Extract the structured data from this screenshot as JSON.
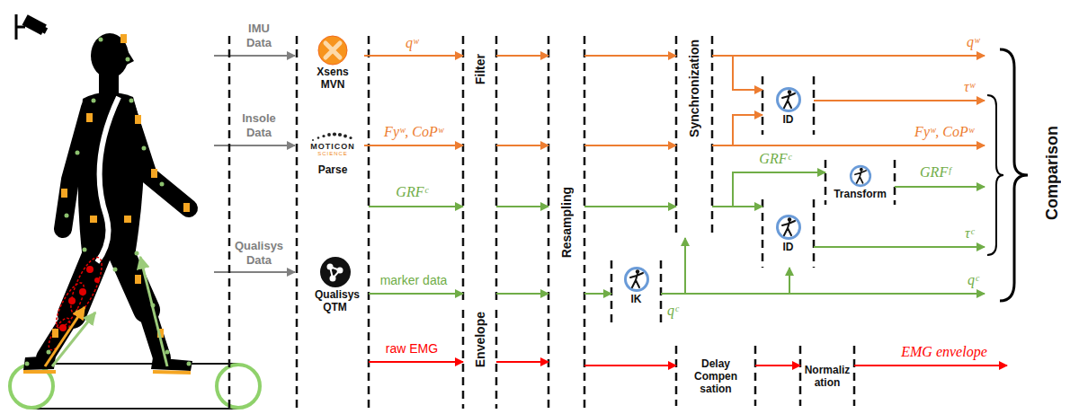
{
  "diagram": {
    "nodes": [
      {
        "text": [
          "Xsens MVN"
        ]
      },
      {
        "text": [
          "MOTICON",
          "SCIENCE",
          "Parse"
        ]
      },
      {
        "text": [
          "Qualisys QTM"
        ]
      },
      {
        "text": [
          "Filter"
        ]
      },
      {
        "text": [
          "Envelope"
        ]
      },
      {
        "text": [
          "Resampling"
        ]
      },
      {
        "text": [
          "Synchronization"
        ]
      },
      {
        "text": [
          "IK"
        ]
      },
      {
        "text": [
          "ID"
        ]
      },
      {
        "text": [
          "ID"
        ]
      },
      {
        "text": [
          "Transform"
        ]
      },
      {
        "text": [
          "Delay Compen sation"
        ]
      },
      {
        "text": [
          "Normaliz ation"
        ]
      },
      {
        "text": [
          "Comparison"
        ]
      }
    ],
    "edges": [
      {
        "from": 0,
        "to": 3,
        "arrow": "to",
        "label": "qʷ"
      },
      {
        "from": 1,
        "to": 3,
        "arrow": "to",
        "label": "Fyʷ, CoPʷ"
      },
      {
        "from": 2,
        "to": 3,
        "arrow": "to",
        "label": "GRFᶜ"
      },
      {
        "from": 2,
        "to": 3,
        "arrow": "to",
        "label": "marker data"
      },
      {
        "from": 2,
        "to": 4,
        "arrow": "to",
        "label": "raw EMG"
      },
      {
        "from": 3,
        "to": 5,
        "arrow": "to"
      },
      {
        "from": 3,
        "to": 5,
        "arrow": "to"
      },
      {
        "from": 3,
        "to": 5,
        "arrow": "to"
      },
      {
        "from": 3,
        "to": 5,
        "arrow": "to"
      },
      {
        "from": 4,
        "to": 5,
        "arrow": "to"
      },
      {
        "from": 5,
        "to": 6,
        "arrow": "to"
      },
      {
        "from": 5,
        "to": 6,
        "arrow": "to"
      },
      {
        "from": 5,
        "to": 6,
        "arrow": "to"
      },
      {
        "from": 5,
        "to": 7,
        "arrow": "to"
      },
      {
        "from": 5,
        "to": 11,
        "arrow": "to"
      },
      {
        "from": 7,
        "to": 6,
        "arrow": "to",
        "label": "qᶜ"
      },
      {
        "from": 7,
        "to": 9,
        "arrow": "to"
      },
      {
        "from": 7,
        "to": 13,
        "arrow": "to",
        "label": "qᶜ"
      },
      {
        "from": 6,
        "to": 8,
        "arrow": "to"
      },
      {
        "from": 6,
        "to": 8,
        "arrow": "to"
      },
      {
        "from": 6,
        "to": 13,
        "arrow": "to",
        "label": "qʷ"
      },
      {
        "from": 6,
        "to": 13,
        "arrow": "to",
        "label": "Fyʷ, CoPʷ"
      },
      {
        "from": 6,
        "to": 10,
        "arrow": "to",
        "label": "GRFᶜ"
      },
      {
        "from": 6,
        "to": 9,
        "arrow": "to"
      },
      {
        "from": 8,
        "to": 13,
        "arrow": "to",
        "label": "τʷ"
      },
      {
        "from": 9,
        "to": 13,
        "arrow": "to",
        "label": "τᶜ"
      },
      {
        "from": 10,
        "to": 13,
        "arrow": "to",
        "label": "GRFᶠ"
      },
      {
        "from": 11,
        "to": 12,
        "arrow": "to"
      }
    ],
    "labels": [
      "IMU Data",
      "Insole Data",
      "Qualisys Data",
      "EMG envelope"
    ]
  }
}
